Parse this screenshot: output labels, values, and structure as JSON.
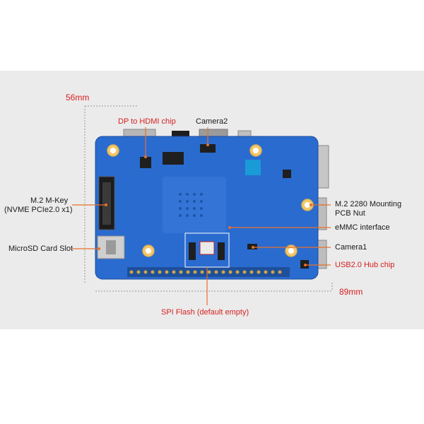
{
  "dimensions": {
    "height": "56mm",
    "width": "89mm"
  },
  "callouts": {
    "dp_hdmi": "DP to HDMI chip",
    "camera2": "Camera2",
    "m2_mkey_line1": "M.2 M-Key",
    "m2_mkey_line2": "(NVME PCIe2.0 x1)",
    "microsd": "MicroSD Card Slot",
    "m2_nut_line1": "M.2 2280 Mounting",
    "m2_nut_line2": "PCB Nut",
    "emmc": "eMMC interface",
    "camera1": "Camera1",
    "usb_hub": "USB2.0 Hub chip",
    "spi_flash": "SPI Flash (default empty)"
  },
  "colors": {
    "board": "#2a6bd0",
    "highlight_label": "#d61f1f",
    "leader_line": "#e8702a",
    "background": "#ebebeb"
  }
}
